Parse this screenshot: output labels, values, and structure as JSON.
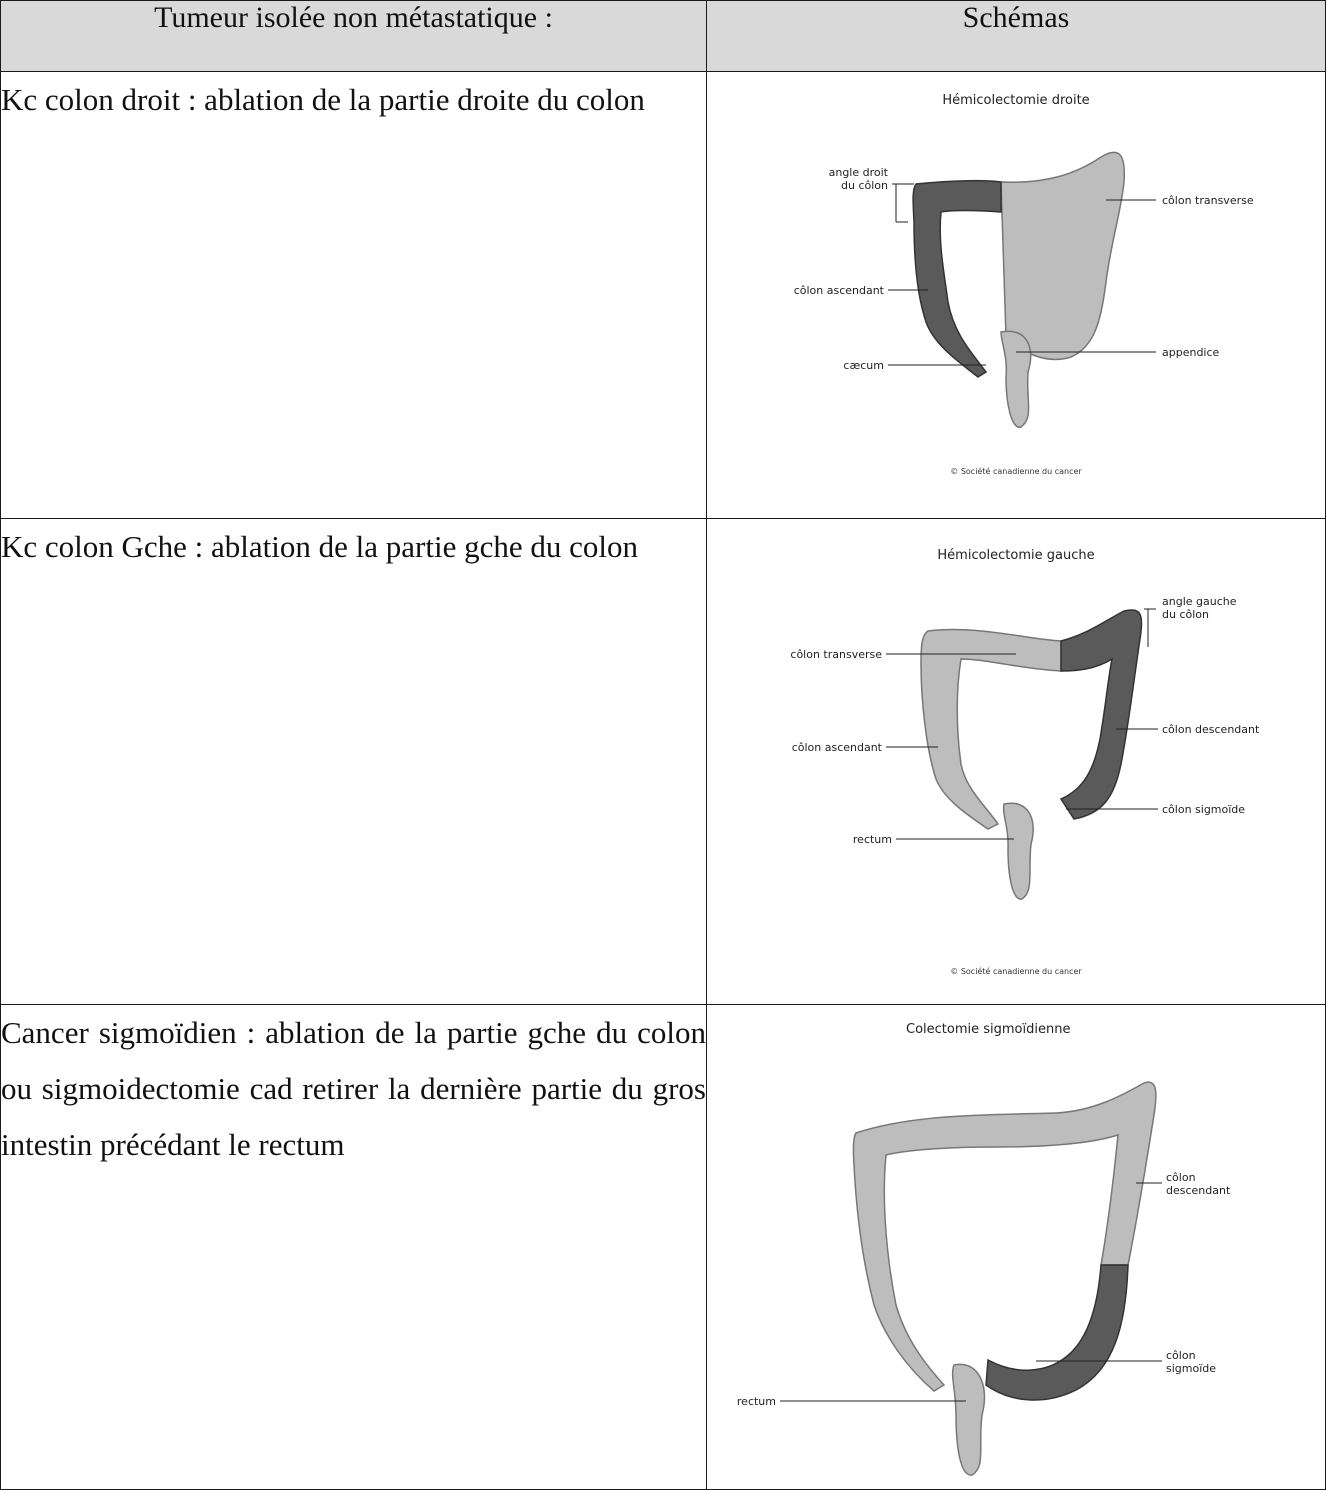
{
  "table": {
    "header_left": "Tumeur isolée non métastatique :",
    "header_right": "Schémas",
    "rows": [
      {
        "text": "Kc colon droit : ablation de la partie droite du colon",
        "figure": {
          "title": "Hémicolectomie droite",
          "labels": [
            "angle droit",
            "du côlon",
            "côlon transverse",
            "côlon ascendant",
            "cæcum",
            "appendice"
          ],
          "copyright": "© Société canadienne du cancer"
        }
      },
      {
        "text": "Kc colon Gche : ablation de la partie gche du colon",
        "figure": {
          "title": "Hémicolectomie gauche",
          "labels": [
            "angle gauche",
            "du côlon",
            "côlon transverse",
            "côlon descendant",
            "côlon ascendant",
            "côlon sigmoïde",
            "rectum"
          ],
          "copyright": "© Société canadienne du cancer"
        }
      },
      {
        "text": "Cancer sigmoïdien : ablation de la partie gche du colon ou sigmoidectomie cad retirer la dernière partie du gros intestin précédant le rectum",
        "figure": {
          "title": "Colectomie sigmoïdienne",
          "labels": [
            "côlon",
            "descendant",
            "côlon",
            "sigmoïde",
            "rectum"
          ]
        }
      }
    ]
  },
  "colors": {
    "header_bg": "#d9d9d9",
    "removed_section": "#5a5a5a",
    "colon_light": "#bdbdbd"
  }
}
